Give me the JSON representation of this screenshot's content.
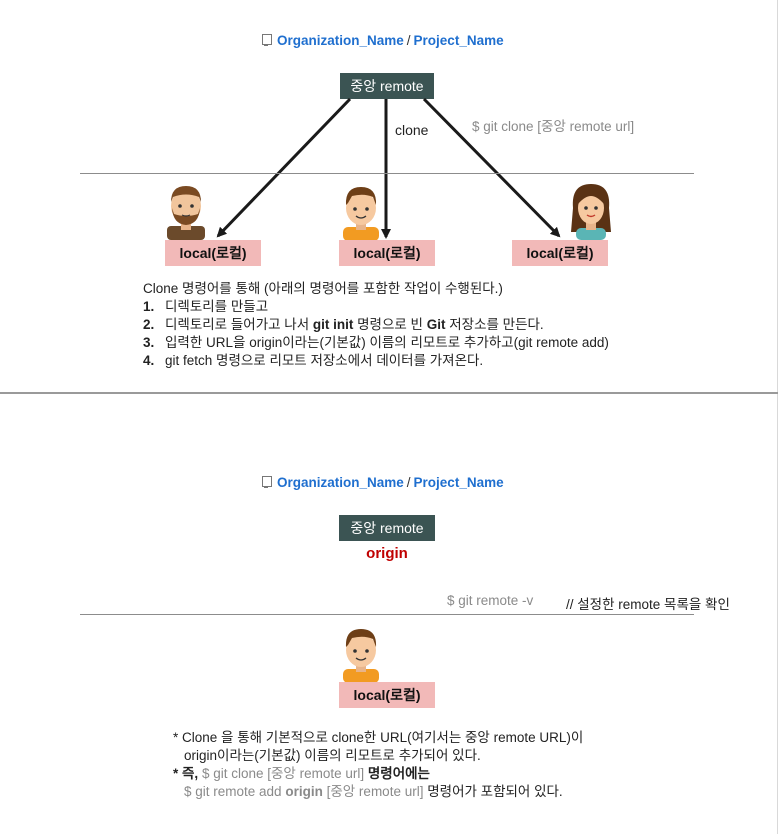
{
  "panel1": {
    "org": "Organization_Name",
    "slash": "/",
    "project": "Project_Name",
    "remote": "중앙 remote",
    "clone_label": "clone",
    "cmd": "$ git clone [중앙 remote url]",
    "locals": [
      "local(로컬)",
      "local(로컬)",
      "local(로컬)"
    ],
    "intro": "Clone 명령어를 통해 (아래의 명령어를 포함한 작업이 수행된다.)",
    "steps": [
      {
        "num": "1.",
        "text": "디렉토리를 만들고"
      },
      {
        "num": "2.",
        "pre": "디렉토리로 들어가고 나서 ",
        "b1": "git init",
        "mid": " 명령으로 빈 ",
        "b2": "Git",
        "post": " 저장소를 만든다."
      },
      {
        "num": "3.",
        "text": "입력한 URL을 origin이라는(기본값) 이름의 리모트로 추가하고(git remote add)"
      },
      {
        "num": "4.",
        "text": "git fetch 명령으로 리모트 저장소에서 데이터를 가져온다."
      }
    ]
  },
  "panel2": {
    "org": "Organization_Name",
    "slash": "/",
    "project": "Project_Name",
    "remote": "중앙 remote",
    "origin": "origin",
    "cmd": "$ git remote -v",
    "comment": "// 설정한 remote 목록을 확인",
    "local": "local(로컬)",
    "note1_line1": "* Clone 을 통해 기본적으로 clone한 URL(여기서는 중앙 remote URL)이",
    "note1_line2": "origin이라는(기본값) 이름의 리모트로 추가되어 있다.",
    "note2_prefix": "* 즉,",
    "note2_cmd": "$ git clone [중앙 remote url]",
    "note2_suffix": "명령어에는",
    "note3_cmd_a": "$ git remote add",
    "note3_origin": "origin",
    "note3_cmd_b": "[중앙 remote url]",
    "note3_suffix": "명령어가 포함되어 있다."
  },
  "colors": {
    "remote_box": "#3b5453",
    "local_box": "#f2b9b8",
    "link": "#1f6fcf",
    "origin": "#c00000"
  },
  "icons": [
    "repo-icon",
    "male-avatar-icon",
    "boy-avatar-icon",
    "female-avatar-icon",
    "arrow-icon"
  ]
}
